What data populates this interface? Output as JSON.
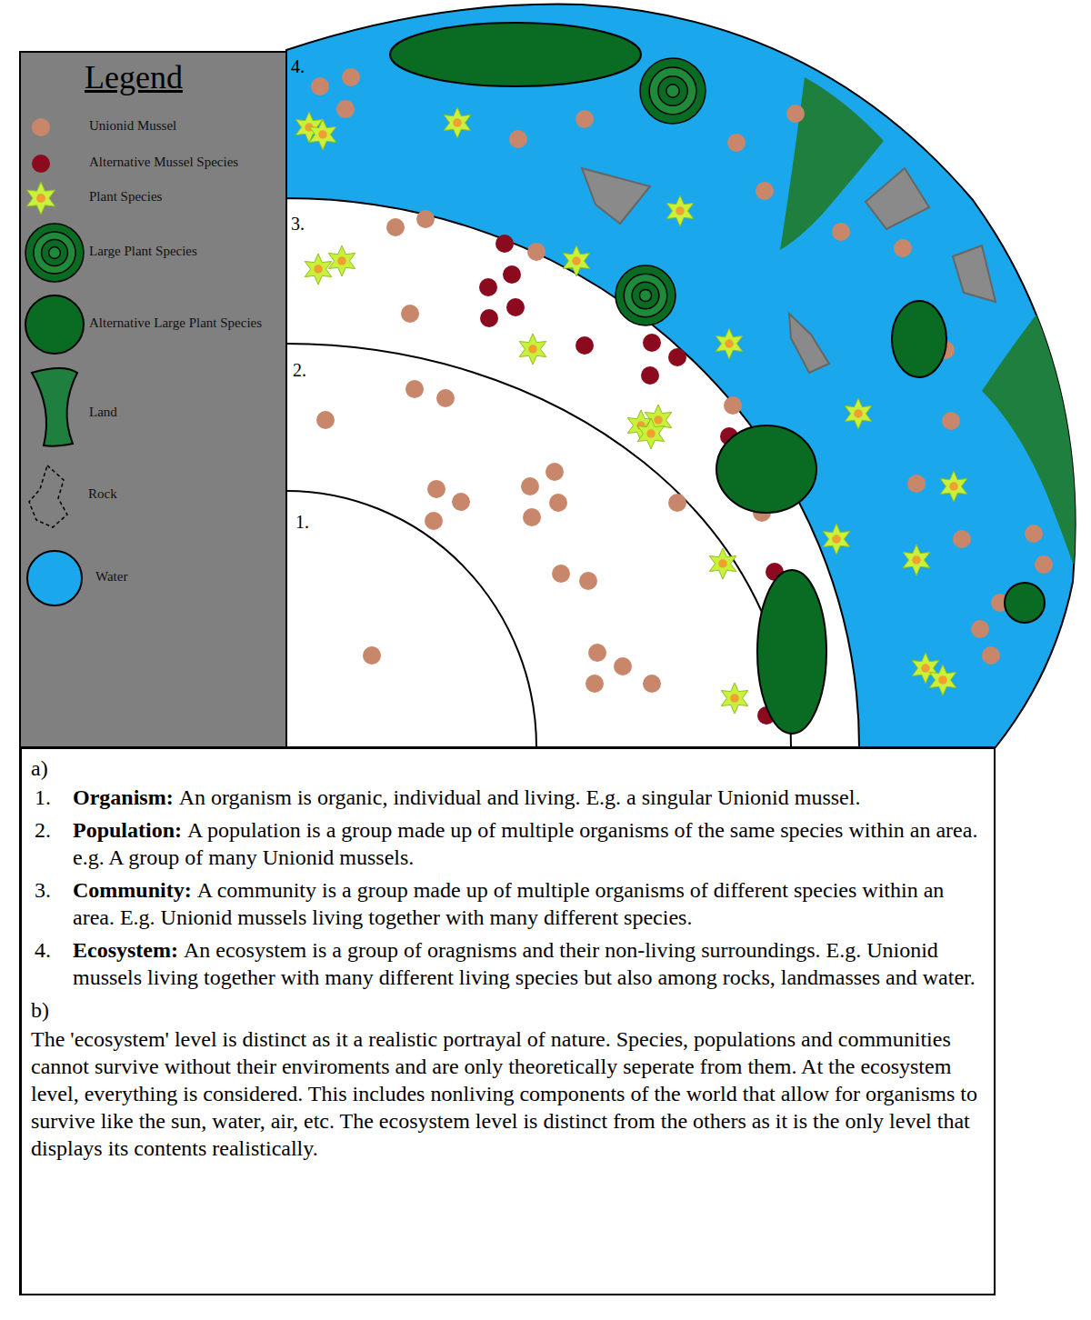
{
  "diagram": {
    "nodes": [
      {
        "text": [
          "a)",
          "1.",
          "Organism:",
          "An organism is organic, individual and living. E.g. a singular Unionid mussel.",
          "2.",
          "Population:",
          "A population is a group made up of multiple organisms of the same species within an area. e.g. A group of many Unionid mussels.",
          "3.",
          "Community:",
          "A community is a group made up of multiple organisms of different species within an area.  E.g. Unionid mussels living together with many different species.",
          "4.",
          "Ecosystem:",
          "An ecosystem is a group of oragnisms and their non-living surroundings. E.g. Unionid mussels living together with many different living species but also among rocks, landmasses and water.",
          "b)",
          "The 'ecosystem' level is distinct as it a realistic portrayal of nature.  Species, populations and communities cannot survive without their enviroments and are only theoretically seperate from them.  At the ecosystem level, everything is considered.  This includes nonliving components of the world that allow for organisms to survive like the sun, water, air, etc.  The ecosystem level is distinct from the others as it is the only level that displays its contents realistically."
        ]
      }
    ],
    "labels": [
      "Legend",
      "4.",
      "3.",
      "2.",
      "1."
    ],
    "legend": [
      {
        "text": "Unionid Mussel",
        "color": "#c8876a"
      },
      {
        "text": "Alternative Mussel Species",
        "color": "#8b0a1e"
      },
      {
        "text": "Plant Species"
      },
      {
        "text": "Large Plant Species"
      },
      {
        "text": "Alternative Large Plant Species",
        "color": "#0a6b22"
      },
      {
        "text": "Land",
        "color": "#1e7f3e"
      },
      {
        "text": "Rock"
      },
      {
        "text": "Water",
        "color": "#1aa7ec"
      }
    ]
  }
}
